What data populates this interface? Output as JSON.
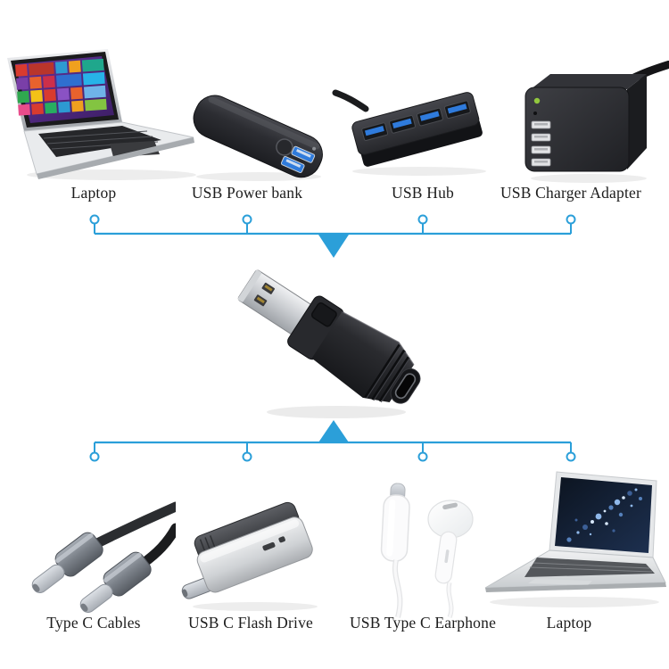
{
  "colors": {
    "background": "#ffffff",
    "accent": "#2b9fd9",
    "usb_blue": "#2f7bdc",
    "text": "#1c1c1c"
  },
  "adapter": {
    "icon": "usb-a-male-to-usb-c-female-adapter-photo"
  },
  "top_group": {
    "items": [
      {
        "label": "Laptop",
        "icon": "windows-laptop-photo"
      },
      {
        "label": "USB Power bank",
        "icon": "usb-power-bank-photo"
      },
      {
        "label": "USB Hub",
        "icon": "usb-hub-photo"
      },
      {
        "label": "USB Charger Adapter",
        "icon": "usb-charger-adapter-photo"
      }
    ]
  },
  "bottom_group": {
    "items": [
      {
        "label": "Type C Cables",
        "icon": "type-c-cables-photo"
      },
      {
        "label": "USB C Flash Drive",
        "icon": "usb-c-flash-drive-photo"
      },
      {
        "label": "USB Type C Earphone",
        "icon": "usb-type-c-earphone-photo"
      },
      {
        "label": "Laptop",
        "icon": "silver-laptop-photo"
      }
    ]
  }
}
